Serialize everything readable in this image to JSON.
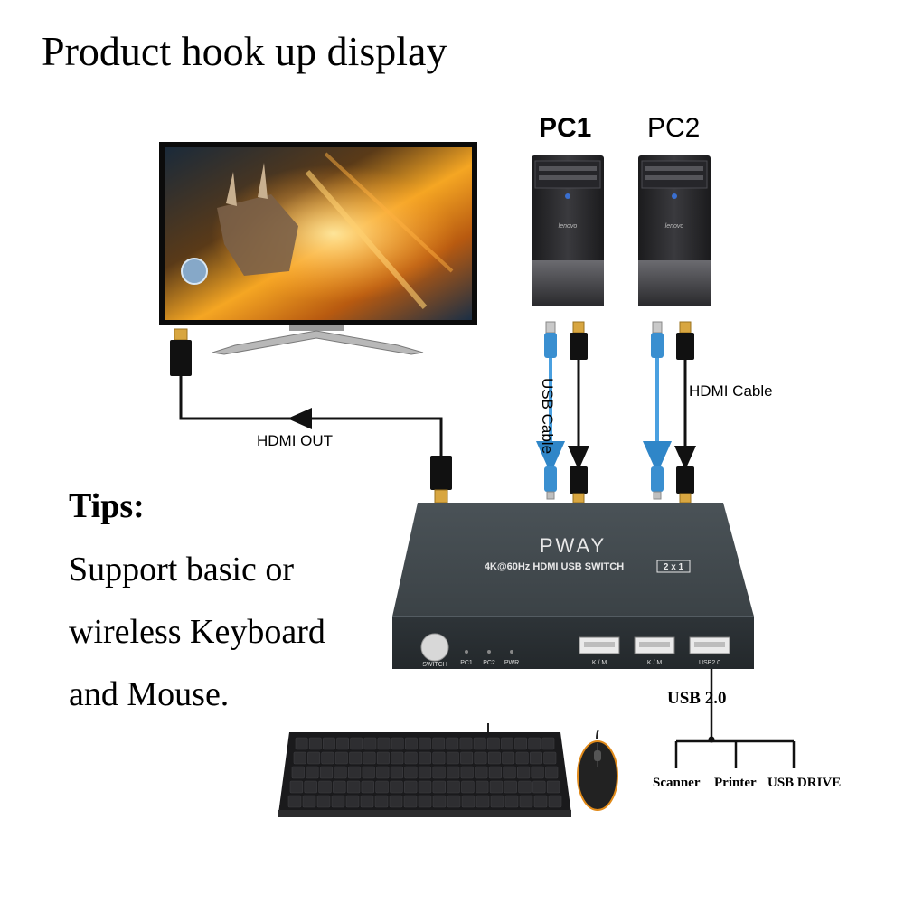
{
  "title": "Product hook up display",
  "pcs": {
    "pc1_label": "PC1",
    "pc2_label": "PC2"
  },
  "cables": {
    "usb_cable": "USB Cable",
    "hdmi_cable": "HDMI Cable",
    "hdmi_out": "HDMI OUT",
    "usb_2_0": "USB 2.0"
  },
  "device": {
    "brand": "PWAY",
    "model": "4K@60Hz HDMI USB SWITCH",
    "model_badge": "2 x 1",
    "switch_label": "SWITCH",
    "led_labels": [
      "PC1",
      "PC2",
      "PWR"
    ],
    "port_labels": [
      "K / M",
      "K / M",
      "USB2.0"
    ],
    "color_body": "#3d4347"
  },
  "tips": {
    "heading": "Tips:",
    "lines": [
      "Support basic or",
      "wireless Keyboard",
      "and Mouse."
    ]
  },
  "peripherals": [
    "Scanner",
    "Printer",
    "USB DRIVE"
  ],
  "colors": {
    "usb_cable": "#3a8fd0",
    "hdmi_cable": "#111111",
    "connector_gold": "#d8a640"
  }
}
